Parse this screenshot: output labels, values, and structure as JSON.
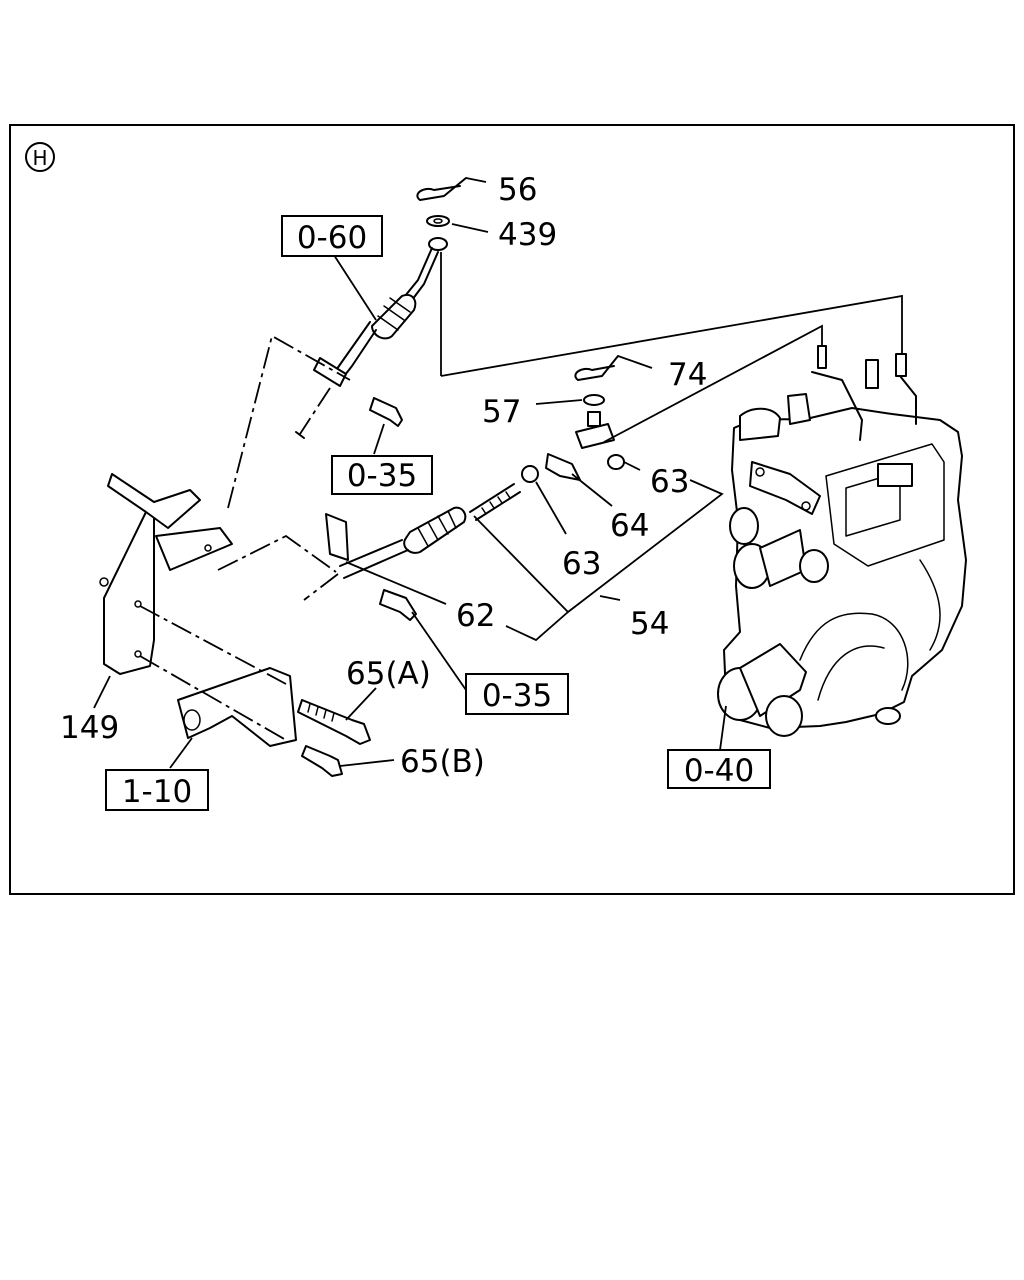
{
  "section_marker": "H",
  "part_labels": {
    "p56": "56",
    "p439": "439",
    "p74": "74",
    "p57": "57",
    "p63a": "63",
    "p64": "64",
    "p63b": "63",
    "p54": "54",
    "p62": "62",
    "p149": "149",
    "p65a": "65(A)",
    "p65b": "65(B)"
  },
  "references": {
    "r060": "0-60",
    "r035a": "0-35",
    "r035b": "0-35",
    "r040": "0-40",
    "r110": "1-10"
  }
}
